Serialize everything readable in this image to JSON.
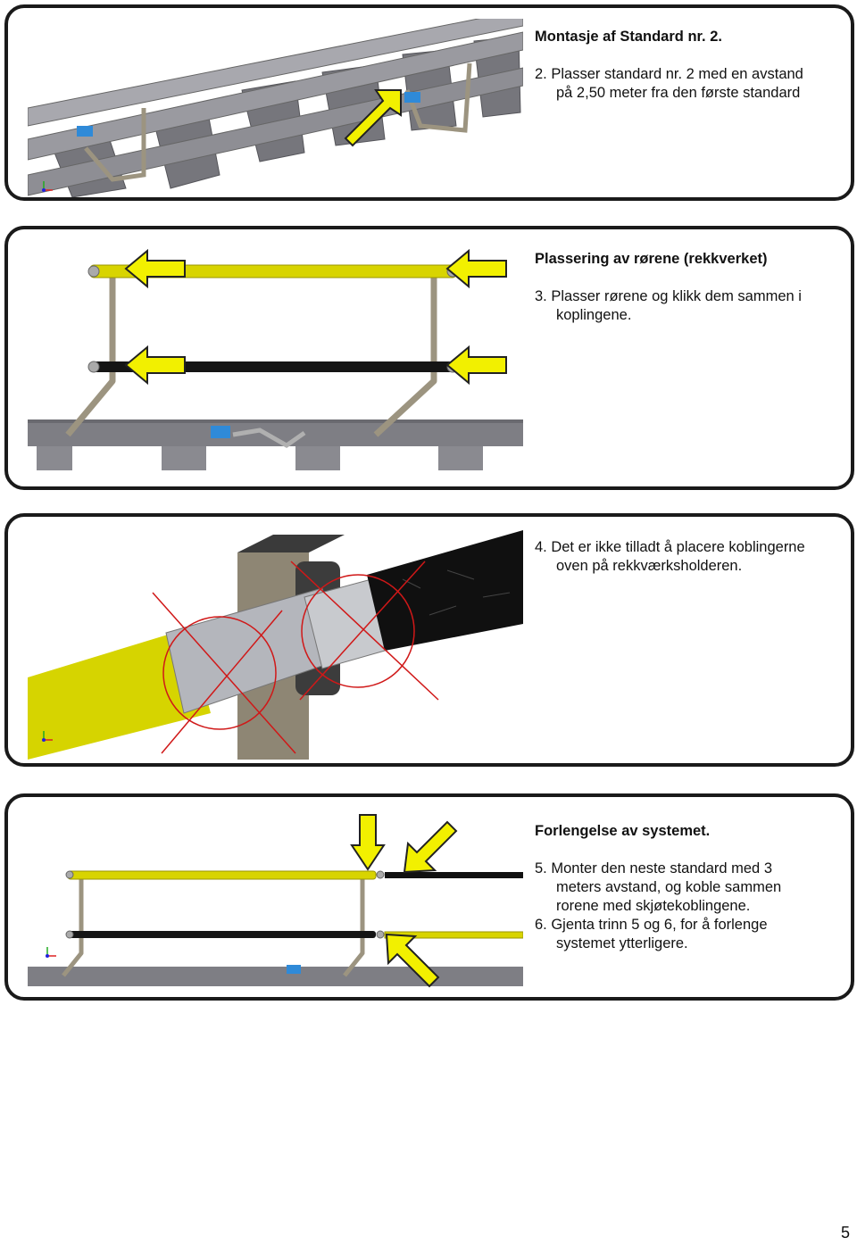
{
  "panel1": {
    "heading": "Montasje af Standard nr. 2.",
    "step_line1": "2.  Plasser  standard  nr. 2 med en avstand",
    "step_line2": "på 2,50 meter fra den første standard"
  },
  "panel2": {
    "heading": "Plassering av rørene (rekkverket)",
    "step_line1": "3.  Plasser rørene og klikk dem sammen i",
    "step_line2": "koplingene."
  },
  "panel3": {
    "step_line1": "4.  Det er ikke tilladt å placere koblingerne",
    "step_line2": "oven på rekkværksholderen."
  },
  "panel4": {
    "heading": "Forlengelse av systemet.",
    "step5_line1": "5.  Monter den neste standard med 3",
    "step5_line2": "meters avstand, og koble sammen",
    "step5_line3": "rorene med skjøtekoblingene.",
    "step6_line1": "6.  Gjenta trinn 5 og 6, for å forlenge",
    "step6_line2": "systemet ytterligere."
  },
  "page_number": "5",
  "colors": {
    "arrow_yellow": "#f2f000",
    "pipe_yellow": "#d8d400",
    "pipe_black": "#111111",
    "rail_steel": "#8a8a8a",
    "sleeper": "#7c7c80",
    "frame_tan": "#9c9480",
    "clip_blue": "#2f8ad8",
    "cross_red": "#d01818"
  }
}
